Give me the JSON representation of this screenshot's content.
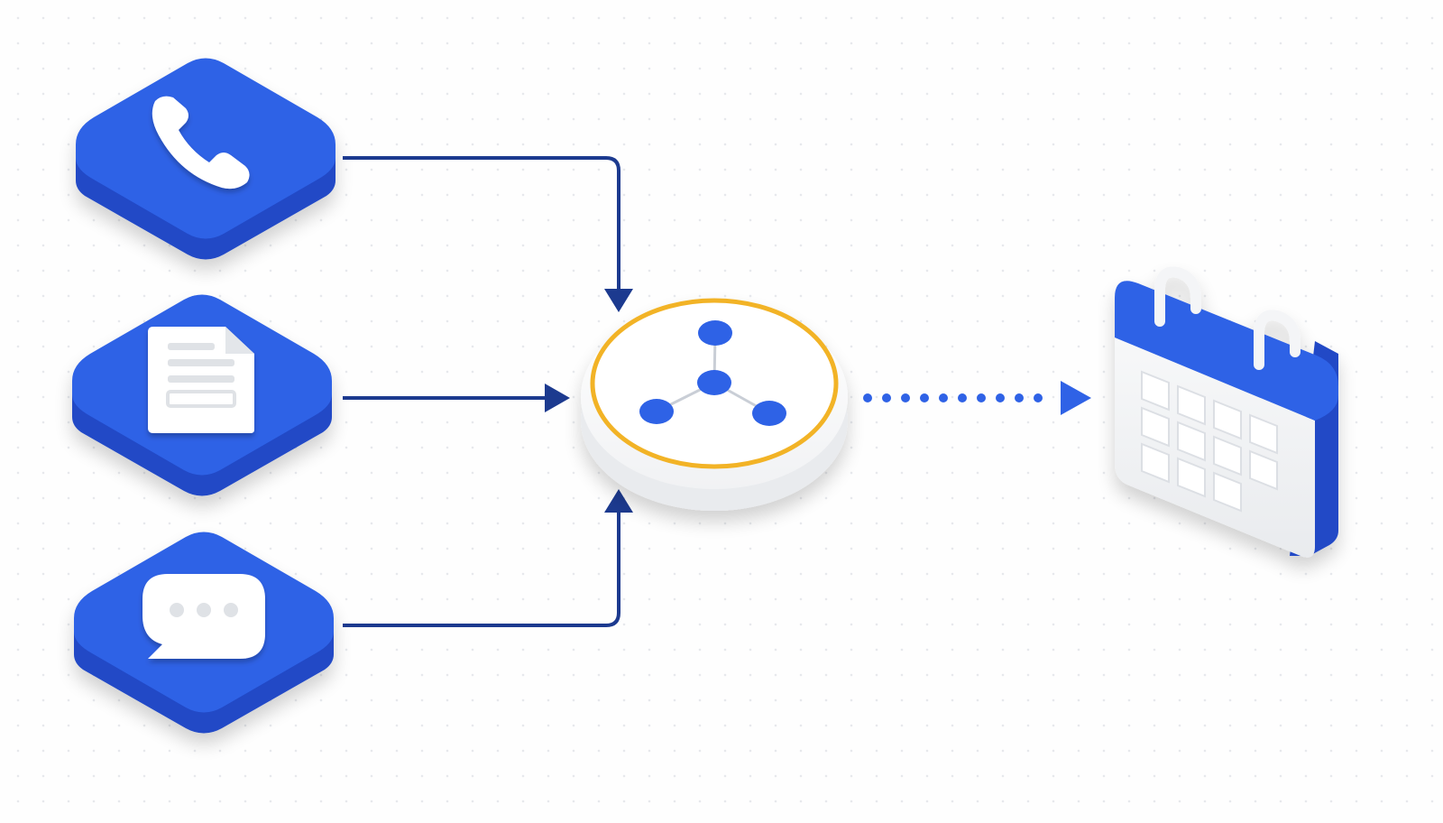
{
  "colors": {
    "brand_blue": "#2f62e6",
    "brand_blue_side": "#2049c6",
    "connector_navy": "#1c3a8f",
    "hub_ring": "#f2b326",
    "icon_white": "#ffffff",
    "calendar_tile": "#eceef1"
  },
  "sources": [
    {
      "id": "phone",
      "icon": "phone-icon"
    },
    {
      "id": "document",
      "icon": "document-icon"
    },
    {
      "id": "chat",
      "icon": "chat-bubble-icon"
    }
  ],
  "hub": {
    "icon": "network-hub-icon"
  },
  "destination": {
    "icon": "calendar-icon"
  },
  "connectors": [
    {
      "from": "phone",
      "to": "hub",
      "style": "solid"
    },
    {
      "from": "document",
      "to": "hub",
      "style": "solid"
    },
    {
      "from": "chat",
      "to": "hub",
      "style": "solid"
    },
    {
      "from": "hub",
      "to": "calendar",
      "style": "dotted"
    }
  ]
}
